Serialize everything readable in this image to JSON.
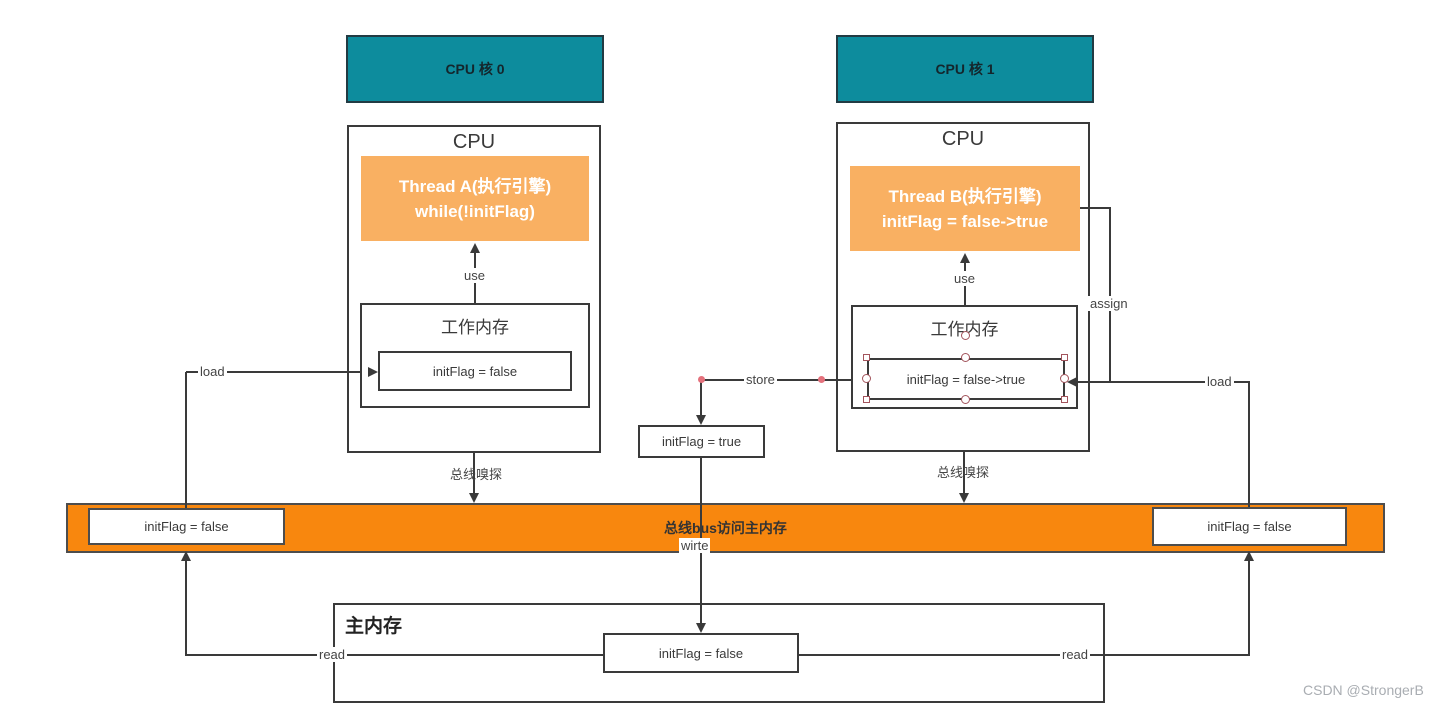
{
  "colors": {
    "teal": "#0d8c9d",
    "teal_border": "#223b43",
    "thread_orange": "#f9b062",
    "bus_orange": "#f8870e",
    "line": "#3a3a3a",
    "handle": "#a3545c",
    "dot": "#e4717c"
  },
  "cores": {
    "left": "CPU 核 0",
    "right": "CPU 核 1"
  },
  "cpu_left": {
    "title": "CPU",
    "thread_line1": "Thread A(执行引擎)",
    "thread_line2": "while(!initFlag)",
    "use": "use",
    "wm_title": "工作内存",
    "wm_value": "initFlag = false",
    "sniff": "总线嗅探"
  },
  "cpu_right": {
    "title": "CPU",
    "thread_line1": "Thread B(执行引擎)",
    "thread_line2": "initFlag = false->true",
    "use": "use",
    "wm_title": "工作内存",
    "wm_value": "initFlag = false->true",
    "sniff": "总线嗅探"
  },
  "edges": {
    "store": "store",
    "assign": "assign",
    "load_left": "load",
    "load_right": "load",
    "read_left": "read",
    "read_right": "read",
    "write": "wirte"
  },
  "mid_box": "initFlag = true",
  "bus": {
    "title": "总线bus访问主内存",
    "left_value": "initFlag = false",
    "right_value": "initFlag = false"
  },
  "main_memory": {
    "title": "主内存",
    "value": "initFlag = false"
  },
  "watermark": "CSDN @StrongerB"
}
